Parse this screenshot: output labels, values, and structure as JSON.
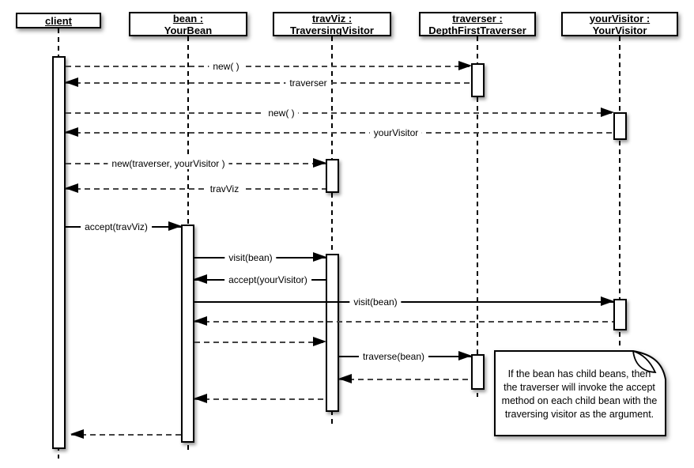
{
  "diagram": {
    "type": "uml-sequence-diagram",
    "lifelines": [
      {
        "label1": "client",
        "label2": ""
      },
      {
        "label1": "bean :",
        "label2": "YourBean"
      },
      {
        "label1": "travViz :",
        "label2": "TraversingVisitor"
      },
      {
        "label1": "traverser :",
        "label2": "DepthFirstTraverser"
      },
      {
        "label1": "yourVisitor :",
        "label2": "YourVisitor"
      }
    ],
    "messages": [
      {
        "label": "new( )",
        "from": "client",
        "to": "traverser",
        "kind": "creation"
      },
      {
        "label": "traverser",
        "from": "traverser",
        "to": "client",
        "kind": "return"
      },
      {
        "label": "new( )",
        "from": "client",
        "to": "yourVisitor",
        "kind": "creation"
      },
      {
        "label": "yourVisitor",
        "from": "yourVisitor",
        "to": "client",
        "kind": "return"
      },
      {
        "label": "new(traverser, yourVisitor )",
        "from": "client",
        "to": "travViz",
        "kind": "creation"
      },
      {
        "label": "travViz",
        "from": "travViz",
        "to": "client",
        "kind": "return"
      },
      {
        "label": "accept(travViz)",
        "from": "client",
        "to": "bean",
        "kind": "call"
      },
      {
        "label": "visit(bean)",
        "from": "bean",
        "to": "travViz",
        "kind": "call"
      },
      {
        "label": "accept(yourVisitor)",
        "from": "travViz",
        "to": "bean",
        "kind": "call"
      },
      {
        "label": "visit(bean)",
        "from": "bean",
        "to": "yourVisitor",
        "kind": "call"
      },
      {
        "label": "",
        "from": "yourVisitor",
        "to": "bean",
        "kind": "return"
      },
      {
        "label": "",
        "from": "bean",
        "to": "travViz",
        "kind": "return"
      },
      {
        "label": "traverse(bean)",
        "from": "travViz",
        "to": "traverser",
        "kind": "call"
      },
      {
        "label": "",
        "from": "traverser",
        "to": "travViz",
        "kind": "return"
      },
      {
        "label": "",
        "from": "travViz",
        "to": "bean",
        "kind": "return"
      },
      {
        "label": "",
        "from": "bean",
        "to": "client",
        "kind": "return"
      }
    ],
    "note": "If the bean has child beans, then the traverser will invoke the accept method on each child bean with the traversing visitor as the argument.",
    "colors": {
      "stroke": "#000000",
      "background": "#ffffff",
      "dashed_line": "#444444"
    }
  }
}
